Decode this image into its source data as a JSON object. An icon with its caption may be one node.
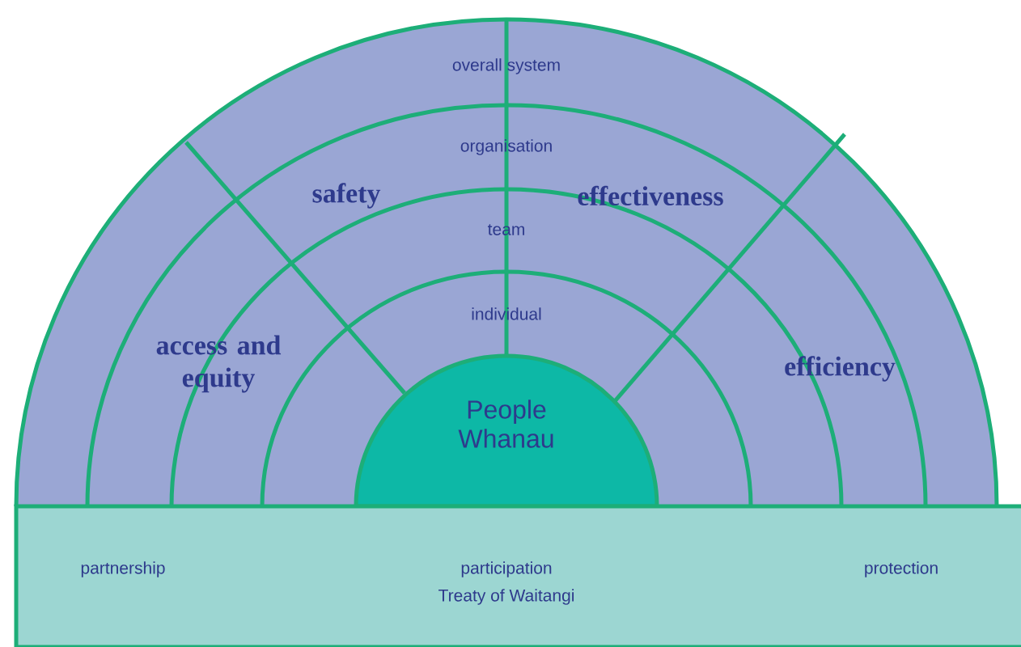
{
  "diagram": {
    "nodes": [
      {
        "text": [
          "overall system"
        ]
      },
      {
        "text": [
          "organisation"
        ]
      },
      {
        "text": [
          "team"
        ]
      },
      {
        "text": [
          "individual"
        ]
      },
      {
        "text": [
          "People Whanau"
        ]
      },
      {
        "text": [
          "partnership",
          "participation",
          "protection",
          "Treaty of Waitangi"
        ]
      }
    ],
    "labels": [
      "safety",
      "effectiveness",
      "access and equity",
      "efficiency"
    ]
  }
}
